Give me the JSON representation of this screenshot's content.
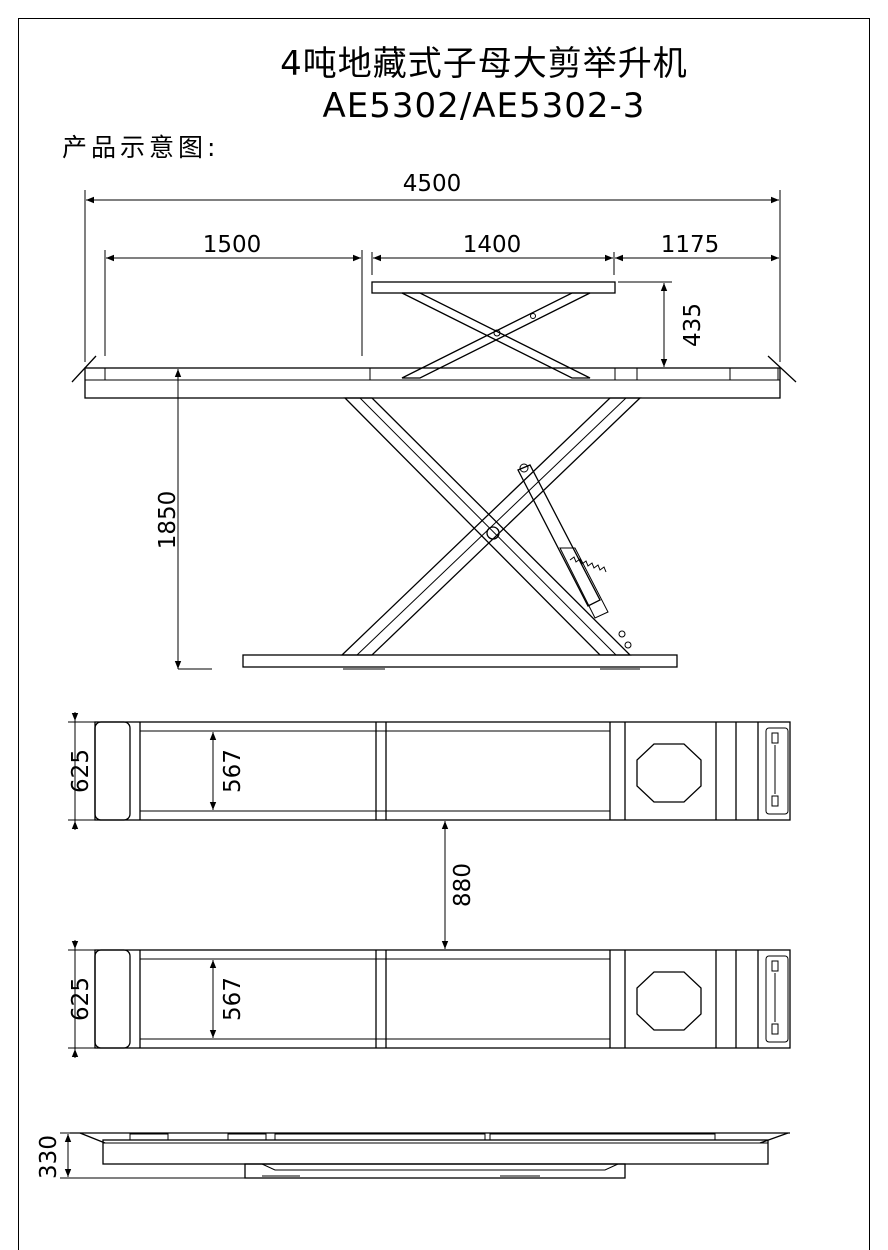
{
  "title": {
    "line1": "4吨地藏式子母大剪举升机",
    "line2": "AE5302/AE5302-3"
  },
  "caption": "产品示意图:",
  "dimensions": {
    "overall_length": "4500",
    "front_section": "1500",
    "child_platform": "1400",
    "rear_section": "1175",
    "child_lift_height": "435",
    "max_lift_height": "1850",
    "platform_width_top": "625",
    "runway_width_top": "567",
    "platform_spacing": "880",
    "platform_width_bottom": "625",
    "runway_width_bottom": "567",
    "lowered_height": "330"
  }
}
